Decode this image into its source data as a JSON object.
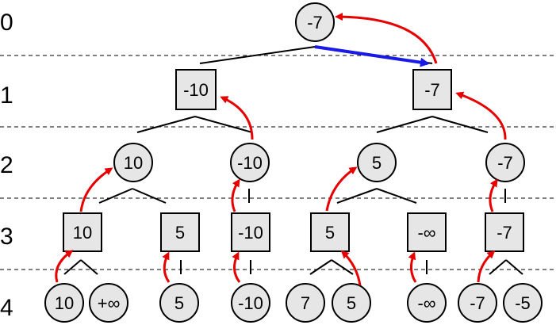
{
  "levels": [
    "0",
    "1",
    "2",
    "3",
    "4"
  ],
  "nodes": {
    "root": "-7",
    "l1a": "-10",
    "l1b": "-7",
    "l2a": "10",
    "l2b": "-10",
    "l2c": "5",
    "l2d": "-7",
    "l3a": "10",
    "l3b": "5",
    "l3c": "-10",
    "l3d": "5",
    "l3e": "-∞",
    "l3f": "-7",
    "l4a": "10",
    "l4b": "+∞",
    "l4c": "5",
    "l4d": "-10",
    "l4e": "7",
    "l4f": "5",
    "l4g": "-∞",
    "l4h": "-7",
    "l4i": "-5"
  },
  "colors": {
    "node_fill": "#e6e6e6",
    "red_arrow": "#e60000",
    "blue_arrow": "#1a1ae6"
  }
}
